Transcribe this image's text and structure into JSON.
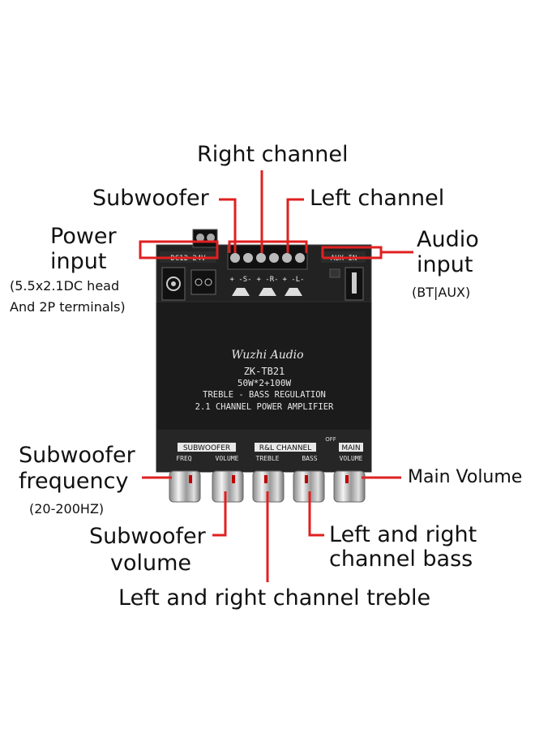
{
  "labels": {
    "right_channel": "Right channel",
    "subwoofer": "Subwoofer",
    "left_channel": "Left channel",
    "power_input_1": "Power",
    "power_input_2": "input",
    "power_note_1": "(5.5x2.1DC head",
    "power_note_2": "And 2P terminals)",
    "audio_input_1": "Audio",
    "audio_input_2": "input",
    "audio_note": "(BT|AUX)",
    "sub_freq_1": "Subwoofer",
    "sub_freq_2": "frequency",
    "sub_freq_note": "(20-200HZ)",
    "main_volume": "Main Volume",
    "sub_volume_1": "Subwoofer",
    "sub_volume_2": "volume",
    "lr_bass_1": "Left and right",
    "lr_bass_2": "channel bass",
    "lr_treble": "Left and right channel treble"
  },
  "board": {
    "brand": "Wuzhi Audio",
    "model": "ZK-TB21",
    "power_rating": "50W*2+100W",
    "line1": "TREBLE - BASS REGULATION",
    "line2": "2.1 CHANNEL POWER AMPLIFIER",
    "dc_label": "DC12-24V",
    "aux_label": "AUX IN",
    "terminals": [
      "+ -S-",
      "+ -R-",
      "+ -L-"
    ],
    "group_subwoofer": "SUBWOOFER",
    "group_rl": "R&L CHANNEL",
    "group_main": "MAIN",
    "knob_freq": "FREQ",
    "knob_volume": "VOLUME",
    "knob_treble": "TREBLE",
    "knob_bass": "BASS",
    "knob_main_volume": "VOLUME",
    "off_label": "OFF"
  },
  "colors": {
    "accent": "#e02020",
    "board": "#1b1b1b",
    "text": "#111111"
  }
}
